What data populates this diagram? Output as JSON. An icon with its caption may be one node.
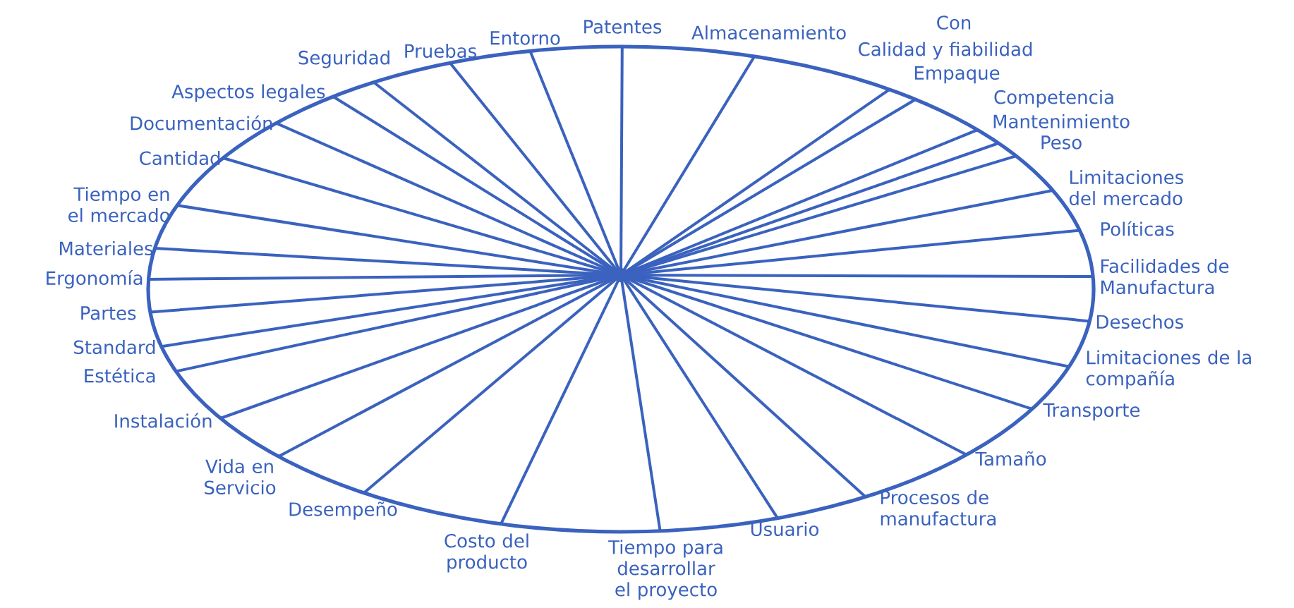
{
  "diagram": {
    "labels": [
      "Seguridad",
      "Pruebas",
      "Entorno",
      "Patentes",
      "Almacenamiento",
      "Con",
      "Calidad y fiabilidad",
      "Empaque",
      "Competencia",
      "Mantenimiento",
      "Peso",
      "Limitaciones del mercado",
      "Políticas",
      "Facilidades de Manufactura",
      "Desechos",
      "Limitaciones de la compañía",
      "Transporte",
      "Tamaño",
      "Procesos de manufactura",
      "Usuario",
      "Tiempo para desarrollar el proyecto",
      "Costo del producto",
      "Desempeño",
      "Vida en Servicio",
      "Instalación",
      "Estética",
      "Standard",
      "Partes",
      "Ergonomía",
      "Materiales",
      "Tiempo en el mercado",
      "Cantidad",
      "Documentación",
      "Aspectos legales"
    ]
  }
}
